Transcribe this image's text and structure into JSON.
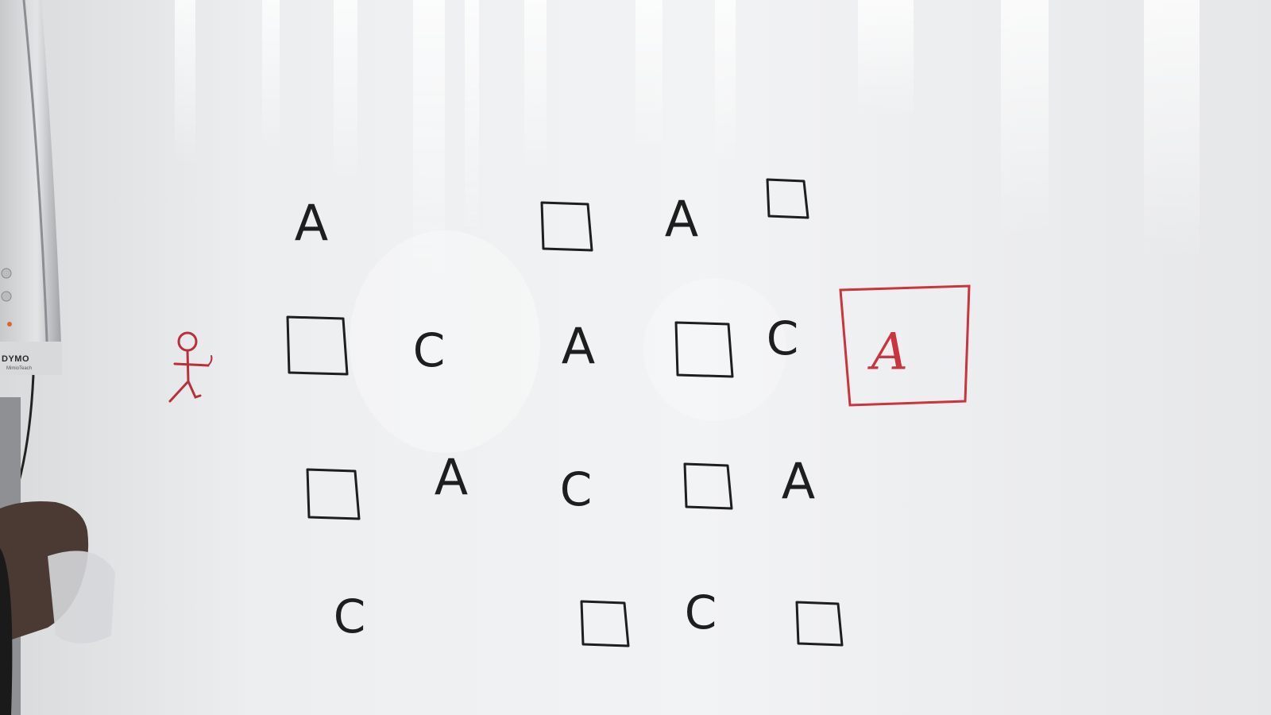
{
  "whiteboard": {
    "grid": {
      "rows": [
        [
          "A",
          "",
          "square",
          "A",
          "square"
        ],
        [
          "square",
          "C",
          "A",
          "square",
          "C"
        ],
        [
          "square",
          "A",
          "C",
          "square",
          "A"
        ],
        [
          "C",
          "",
          "square",
          "C",
          "square"
        ]
      ]
    },
    "start_cell": {
      "symbol": "stick-figure",
      "color": "#b8303a"
    },
    "goal_cell": {
      "symbol": "A",
      "color": "#c9343f"
    },
    "ink_color": "#1e1e1e"
  },
  "device": {
    "brand": "DYMO",
    "model": "MimioTeach"
  }
}
